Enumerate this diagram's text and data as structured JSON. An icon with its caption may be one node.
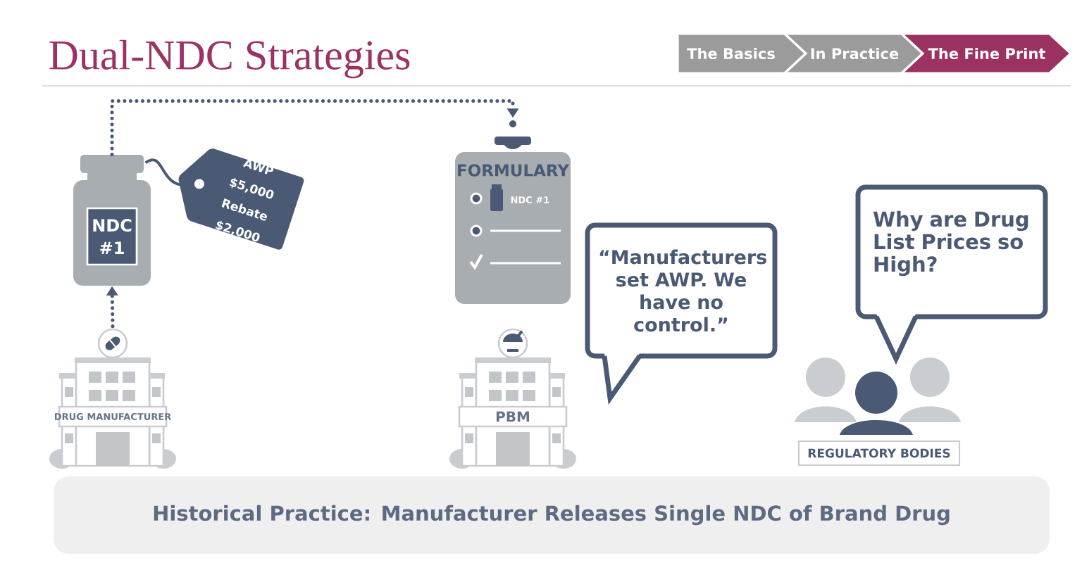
{
  "diagram": {
    "title": "Dual-NDC Strategies",
    "nodes": [
      {
        "text": [
          "The Basics"
        ]
      },
      {
        "text": [
          "In Practice"
        ]
      },
      {
        "text": [
          "The Fine Print"
        ]
      },
      {
        "text": [
          "NDC #1"
        ]
      },
      {
        "text": [
          "AWP $5,000 Rebate $2,000"
        ]
      },
      {
        "text": [
          "FORMULARY",
          "NDC #1"
        ]
      },
      {
        "text": [
          "DRUG MANUFACTURER"
        ]
      },
      {
        "text": [
          "PBM"
        ]
      },
      {
        "text": [
          "“Manufacturers set AWP. We have no control.”"
        ]
      },
      {
        "text": [
          "Why are Drug List Prices so High?"
        ]
      },
      {
        "text": [
          "REGULATORY BODIES"
        ]
      },
      {
        "text": [
          "Historical Practice: Manufacturer Releases Single NDC of Brand Drug"
        ]
      }
    ],
    "edges": [
      {
        "from": 3,
        "to": 4,
        "arrow": "none"
      },
      {
        "from": 6,
        "to": 3,
        "arrow": "to",
        "style": "dashed"
      },
      {
        "from": 3,
        "to": 5,
        "arrow": "to",
        "style": "dashed"
      }
    ]
  }
}
